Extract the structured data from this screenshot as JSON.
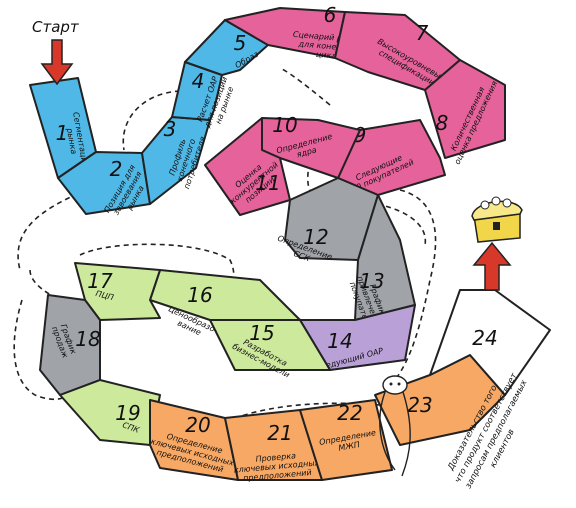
{
  "board": {
    "start_label": "Старт",
    "finish_note": [
      "Доказательство того,",
      "что продукт соответствует",
      "запросам предполагаемых",
      "клиентов"
    ],
    "colors": {
      "blue": "#4fb8e6",
      "pink": "#e5629a",
      "gray": "#a0a3a8",
      "purple": "#b9a0d6",
      "green": "#cde99c",
      "orange": "#f7a864",
      "white": "#ffffff",
      "arrow": "#d8382a",
      "chest": "#f2d64a"
    },
    "cells": [
      {
        "n": "1",
        "lines": [
          "Сегментация",
          "рынка"
        ]
      },
      {
        "n": "2",
        "lines": [
          "Позиция для",
          "завоевания",
          "рынка"
        ]
      },
      {
        "n": "3",
        "lines": [
          "Профиль",
          "конечного",
          "потребителя"
        ]
      },
      {
        "n": "4",
        "lines": [
          "Расчет ОАР",
          "для позиции",
          "на рынке"
        ]
      },
      {
        "n": "5",
        "lines": [
          "Образ"
        ]
      },
      {
        "n": "6",
        "lines": [
          "Сценарий работы",
          "для конечного",
          "цикла"
        ]
      },
      {
        "n": "7",
        "lines": [
          "Высокоуровневые",
          "спецификации"
        ]
      },
      {
        "n": "8",
        "lines": [
          "Количественная",
          "оценка предложения"
        ]
      },
      {
        "n": "9",
        "lines": [
          "Следующие",
          "10 покупателей"
        ]
      },
      {
        "n": "10",
        "lines": [
          "Определение",
          "ядра"
        ]
      },
      {
        "n": "11",
        "lines": [
          "Оценка",
          "конкурентной",
          "позиции"
        ]
      },
      {
        "n": "12",
        "lines": [
          "Определение",
          "ССК"
        ]
      },
      {
        "n": "13",
        "lines": [
          "График",
          "привлечения",
          "покупателя"
        ]
      },
      {
        "n": "14",
        "lines": [
          "Следующий ОАР"
        ]
      },
      {
        "n": "15",
        "lines": [
          "Разработка",
          "бизнес-модели"
        ]
      },
      {
        "n": "16",
        "lines": [
          "Ценообразо-",
          "вание"
        ]
      },
      {
        "n": "17",
        "lines": [
          "ПЦП"
        ]
      },
      {
        "n": "18",
        "lines": [
          "График",
          "продаж"
        ]
      },
      {
        "n": "19",
        "lines": [
          "СПК"
        ]
      },
      {
        "n": "20",
        "lines": [
          "Определение",
          "ключевых исходных",
          "предположений"
        ]
      },
      {
        "n": "21",
        "lines": [
          "Проверка",
          "ключевых исходных",
          "предположений"
        ]
      },
      {
        "n": "22",
        "lines": [
          "Определение",
          "МЖП"
        ]
      },
      {
        "n": "23",
        "lines": []
      },
      {
        "n": "24",
        "lines": []
      }
    ]
  }
}
